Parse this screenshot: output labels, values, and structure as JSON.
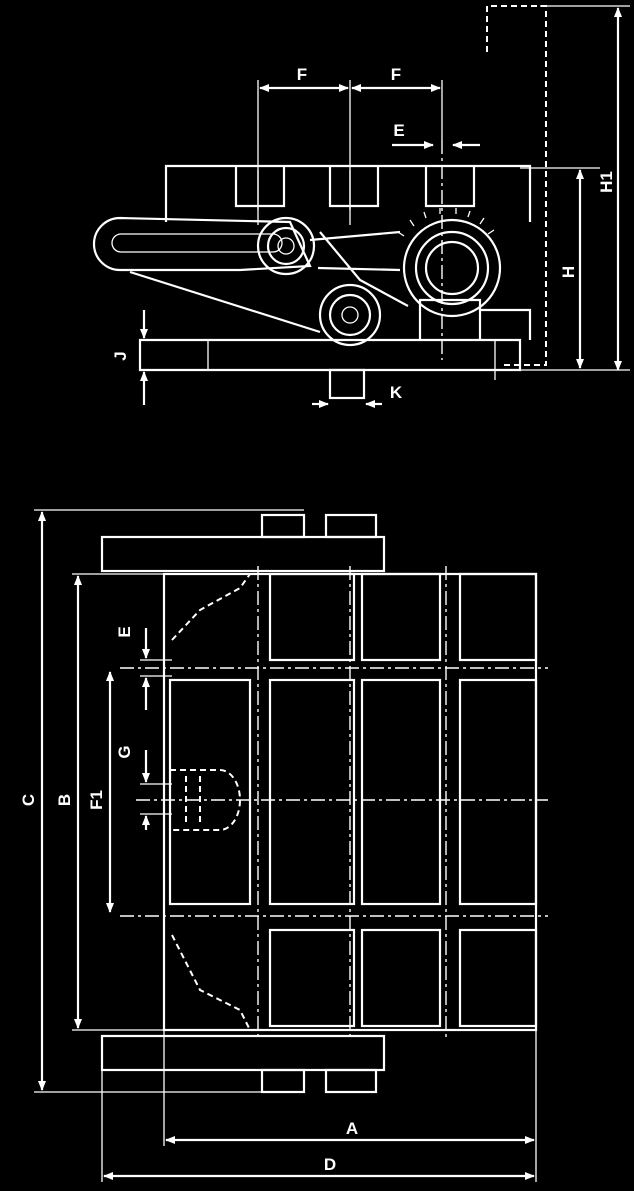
{
  "labels": {
    "F_left": "F",
    "F_right": "F",
    "E_top": "E",
    "H1": "H1",
    "H": "H",
    "J": "J",
    "K": "K",
    "E_plan": "E",
    "G": "G",
    "F1": "F1",
    "B": "B",
    "C": "C",
    "A": "A",
    "D": "D"
  }
}
